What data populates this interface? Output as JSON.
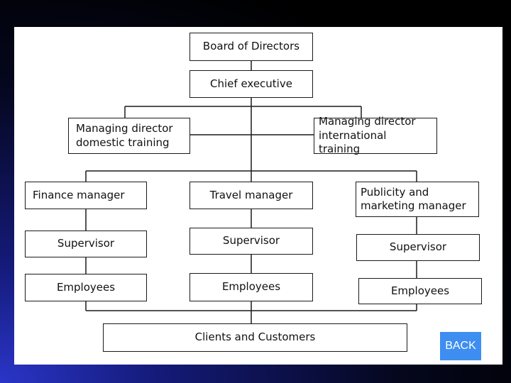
{
  "chart": {
    "board": "Board of Directors",
    "ceo": "Chief executive",
    "md_domestic": "Managing director\ndomestic training",
    "md_international": "Managing director\ninternational training",
    "finance_manager": "Finance manager",
    "travel_manager": "Travel manager",
    "publicity_manager": "Publicity and\nmarketing manager",
    "supervisor_left": "Supervisor",
    "supervisor_middle": "Supervisor",
    "supervisor_right": "Supervisor",
    "employees_left": "Employees",
    "employees_middle": "Employees",
    "employees_right": "Employees",
    "clients": "Clients and Customers"
  },
  "nav": {
    "back_label": "BACK",
    "back_color": "#3d8ef0"
  }
}
